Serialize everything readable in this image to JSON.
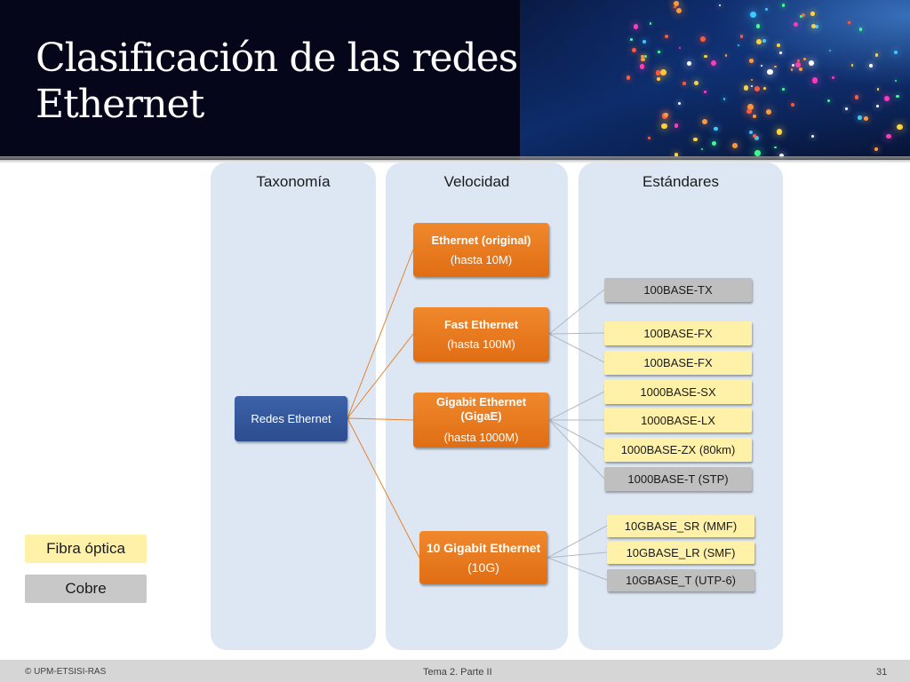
{
  "slide": {
    "title_line1": "Clasificación de las redes",
    "title_line2": "Ethernet"
  },
  "columns": {
    "taxonomia": "Taxonomía",
    "velocidad": "Velocidad",
    "estandares": "Estándares"
  },
  "root": {
    "label": "Redes Ethernet"
  },
  "speeds": [
    {
      "name": "Ethernet (original)",
      "speed": "(hasta 10M)"
    },
    {
      "name": "Fast Ethernet",
      "speed": "(hasta 100M)"
    },
    {
      "name": "Gigabit Ethernet (GigaE)",
      "speed": "(hasta 1000M)"
    },
    {
      "name": "10 Gigabit Ethernet",
      "speed": "(10G)"
    }
  ],
  "standards": [
    {
      "label": "100BASE-TX",
      "medium": "cobre"
    },
    {
      "label": "100BASE-FX",
      "medium": "fibra"
    },
    {
      "label": "100BASE-FX",
      "medium": "fibra"
    },
    {
      "label": "1000BASE-SX",
      "medium": "fibra"
    },
    {
      "label": "1000BASE-LX",
      "medium": "fibra"
    },
    {
      "label": "1000BASE-ZX (80km)",
      "medium": "fibra"
    },
    {
      "label": "1000BASE-T (STP)",
      "medium": "cobre"
    },
    {
      "label": "10GBASE_SR (MMF)",
      "medium": "fibra"
    },
    {
      "label": "10GBASE_LR (SMF)",
      "medium": "fibra"
    },
    {
      "label": "10GBASE_T (UTP-6)",
      "medium": "cobre"
    }
  ],
  "legend": {
    "fibra": "Fibra óptica",
    "cobre": "Cobre"
  },
  "colors": {
    "speed_box": "#e87a20",
    "root_box": "#2f5496",
    "fibra": "#fff2a8",
    "cobre": "#bfbfbf",
    "connector_orange": "#e8822e",
    "connector_gray": "#b0b8c4"
  },
  "footer": {
    "copyright": "© UPM-ETSISI-RAS",
    "center": "Tema 2. Parte II",
    "page": "31"
  }
}
